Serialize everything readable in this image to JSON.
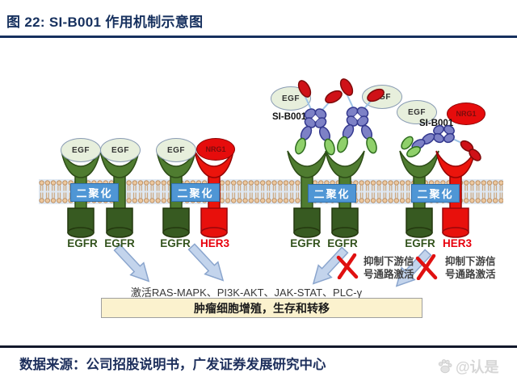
{
  "figure": {
    "title": "图 22:  SI-B001 作用机制示意图",
    "source": "数据来源：公司招股说明书，广发证券发展研究中心",
    "watermark": "@认是"
  },
  "diagram": {
    "ligands": {
      "egf": "EGF",
      "nrg1": "NRG1"
    },
    "antibody_label": "SI-B001",
    "dimerization_label": "二聚化",
    "receptors": [
      {
        "label": "EGFR",
        "type": "egfr"
      },
      {
        "label": "EGFR",
        "type": "egfr"
      },
      {
        "label": "EGFR",
        "type": "egfr"
      },
      {
        "label": "HER3",
        "type": "her3"
      },
      {
        "label": "EGFR",
        "type": "egfr"
      },
      {
        "label": "EGFR",
        "type": "egfr"
      },
      {
        "label": "EGFR",
        "type": "egfr"
      },
      {
        "label": "HER3",
        "type": "her3"
      }
    ],
    "activation_text": "激活RAS-MAPK、PI3K-AKT、JAK-STAT、PLC-γ",
    "inhibition": {
      "line1": "抑制下游信",
      "line2": "号通路激活"
    },
    "outcome_text": "肿瘤细胞增殖，生存和转移",
    "colors": {
      "accent_navy": "#16305e",
      "egfr_green": "#4f7c30",
      "egfr_dark_green": "#375a21",
      "her3_red": "#e8120c",
      "dimer_blue": "#4f96d5",
      "arrow_blue": "#c3d4ec",
      "cross_red": "#e01010",
      "outcome_bg": "#fbf2ce",
      "membrane_bg": "#dfe8f2",
      "lipid_head": "#ecc9a1"
    }
  }
}
